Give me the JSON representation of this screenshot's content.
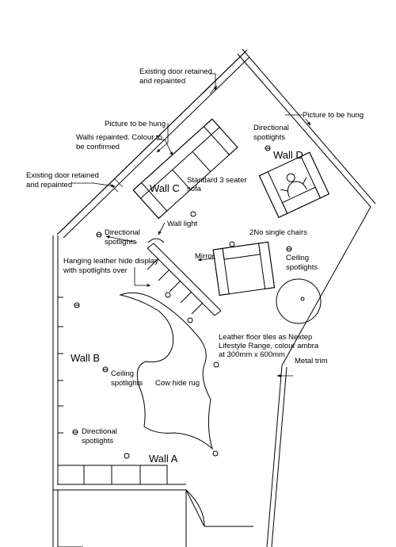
{
  "walls": {
    "a": "Wall A",
    "b": "Wall B",
    "c": "Wall C",
    "d": "Wall D"
  },
  "labels": {
    "door_top": [
      "Existing door retained",
      "and repainted"
    ],
    "door_left": [
      "Existing door retained",
      "and repainted"
    ],
    "picture_left": "Picture to be hung",
    "picture_right": "Picture to be hung",
    "walls_repainted": [
      "Walls repainted. Colour to",
      "be confirmed"
    ],
    "sofa": [
      "Standard 3 seater",
      "sofa"
    ],
    "directional_top": [
      "Directional",
      "spotlights"
    ],
    "directional_mid": [
      "Directional",
      "spotlights"
    ],
    "directional_bottom": [
      "Directional",
      "spotlights"
    ],
    "wall_light": "Wall light",
    "chairs": "2No single chairs",
    "mirror": "Mirror",
    "ceiling_right": [
      "Ceiling",
      "spotlights"
    ],
    "ceiling_left": [
      "Ceiling",
      "spotlights"
    ],
    "hanging_hide": [
      "Hanging leather hide display",
      "with spotlights over"
    ],
    "floor_tiles": [
      "Leather floor tiles as Nextep",
      "Lifestyle Range, colour ambra",
      "at 300mm x 600mm"
    ],
    "metal_trim": "Metal trim",
    "cow_hide": "Cow hide rug"
  }
}
